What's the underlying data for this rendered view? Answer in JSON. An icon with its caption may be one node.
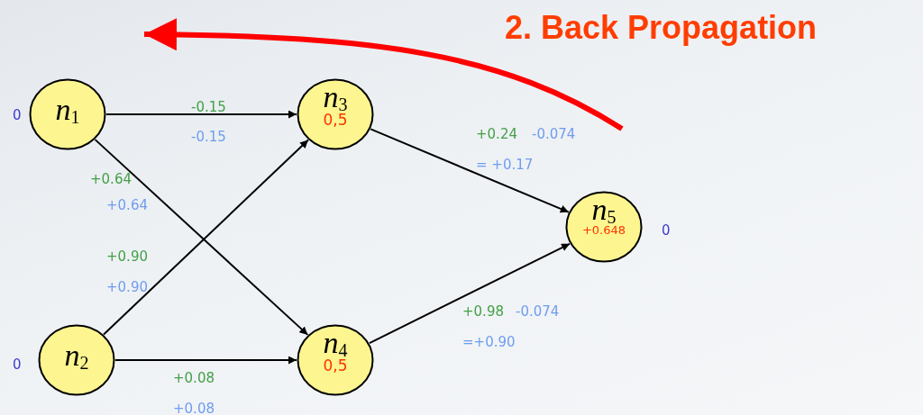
{
  "diagram": {
    "title": "2. Back Propagation",
    "nodes": [
      {
        "text": [
          "n$_{1}$"
        ],
        "beside": [
          "0"
        ]
      },
      {
        "text": [
          "n$_{2}$"
        ],
        "beside": [
          "0"
        ]
      },
      {
        "text": [
          "n$_{3}$",
          "0,5"
        ]
      },
      {
        "text": [
          "n$_{4}$",
          "0,5"
        ]
      },
      {
        "text": [
          "n$_{5}$",
          "+0.648"
        ],
        "beside": [
          "0"
        ]
      }
    ],
    "edges": [
      {
        "from": 0,
        "to": 2,
        "arrow": "to",
        "label": "-0.15"
      },
      {
        "from": 0,
        "to": 3,
        "arrow": "to",
        "label": "+0.64"
      },
      {
        "from": 1,
        "to": 2,
        "arrow": "to",
        "label": "+0.90"
      },
      {
        "from": 1,
        "to": 3,
        "arrow": "to",
        "label": "+0.08"
      },
      {
        "from": 2,
        "to": 4,
        "arrow": "to",
        "label": "+0.24"
      },
      {
        "from": 3,
        "to": 4,
        "arrow": "to",
        "label": "+0.98"
      }
    ],
    "labels": [
      "-0.074",
      "-0.15",
      "= +0.17",
      "+0.64",
      "+0.90",
      "-0.074",
      "=+0.90",
      "+0.08"
    ]
  }
}
